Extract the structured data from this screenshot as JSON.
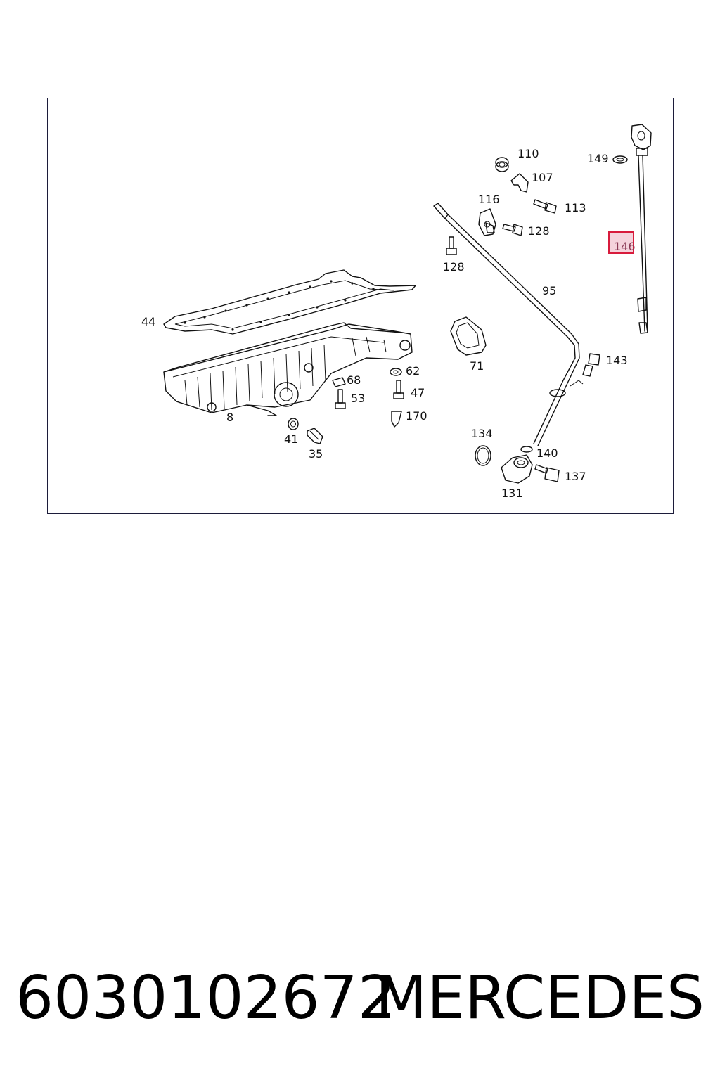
{
  "diagram": {
    "highlight_color": "#d81b3c",
    "highlight_fill": "#f5d3dc",
    "highlighted_part": "146",
    "labels": {
      "p44": "44",
      "p8": "8",
      "p41": "41",
      "p35": "35",
      "p68": "68",
      "p53": "53",
      "p62": "62",
      "p47": "47",
      "p170": "170",
      "p71": "71",
      "p128a": "128",
      "p116": "116",
      "p110": "110",
      "p107": "107",
      "p113": "113",
      "p128b": "128",
      "p95": "95",
      "p149": "149",
      "p146": "146",
      "p143": "143",
      "p134": "134",
      "p140": "140",
      "p137": "137",
      "p131": "131"
    }
  },
  "footer": {
    "part_number": "6030102672",
    "brand": "MERCEDES"
  }
}
